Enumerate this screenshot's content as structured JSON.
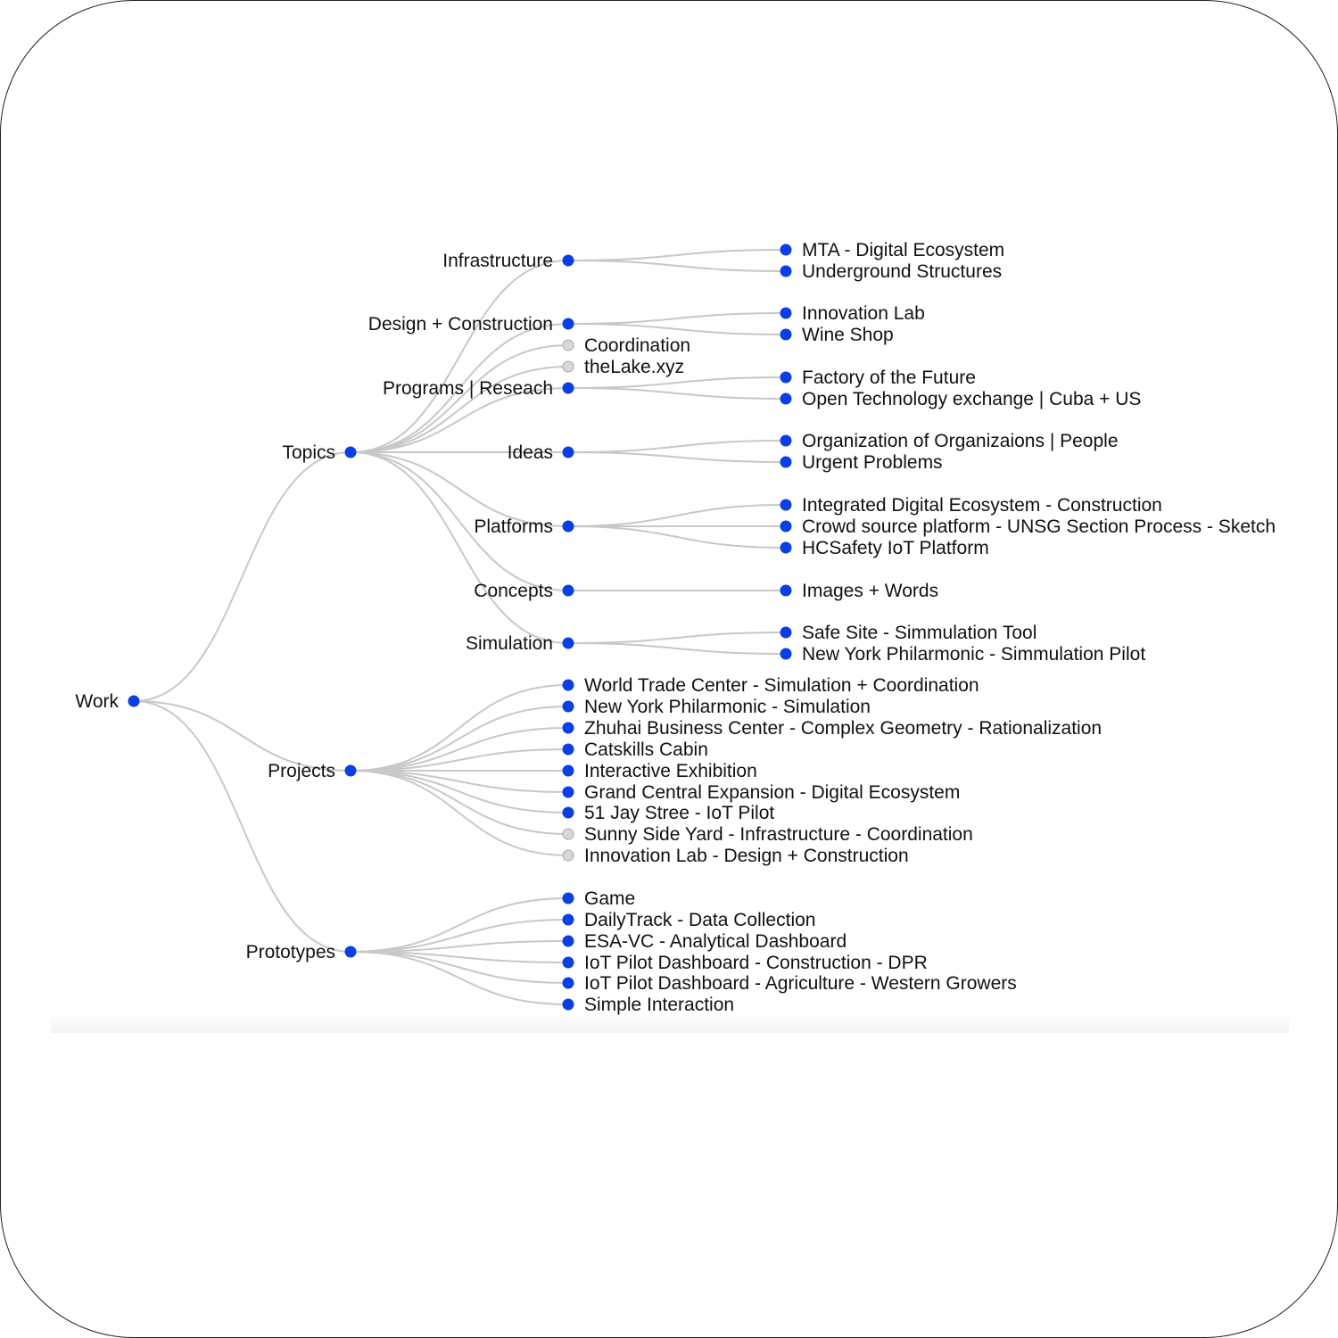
{
  "tree": {
    "label": "Work",
    "expanded": true,
    "children": [
      {
        "label": "Topics",
        "expanded": true,
        "children": [
          {
            "label": "Infrastructure",
            "expanded": true,
            "children": [
              {
                "label": "MTA - Digital Ecosystem",
                "expanded": true
              },
              {
                "label": "Underground Structures",
                "expanded": true
              }
            ]
          },
          {
            "label": "Design + Construction",
            "expanded": true,
            "children": [
              {
                "label": "Innovation Lab",
                "expanded": true
              },
              {
                "label": "Wine Shop",
                "expanded": true
              }
            ]
          },
          {
            "label": "Coordination",
            "expanded": false
          },
          {
            "label": "theLake.xyz",
            "expanded": false
          },
          {
            "label": "Programs | Reseach",
            "expanded": true,
            "children": [
              {
                "label": "Factory of the Future",
                "expanded": true
              },
              {
                "label": "Open Technology exchange | Cuba + US",
                "expanded": true
              }
            ]
          },
          {
            "label": "Ideas",
            "expanded": true,
            "children": [
              {
                "label": "Organization of Organizaions | People",
                "expanded": true
              },
              {
                "label": "Urgent Problems",
                "expanded": true
              }
            ]
          },
          {
            "label": "Platforms",
            "expanded": true,
            "children": [
              {
                "label": "Integrated Digital Ecosystem - Construction",
                "expanded": true
              },
              {
                "label": "Crowd source platform - UNSG Section Process - Sketch",
                "expanded": true
              },
              {
                "label": "HCSafety IoT Platform",
                "expanded": true
              }
            ]
          },
          {
            "label": "Concepts",
            "expanded": true,
            "children": [
              {
                "label": "Images + Words",
                "expanded": true
              }
            ]
          },
          {
            "label": "Simulation",
            "expanded": true,
            "children": [
              {
                "label": "Safe Site - Simmulation Tool",
                "expanded": true
              },
              {
                "label": "New York Philarmonic - Simmulation Pilot",
                "expanded": true
              }
            ]
          }
        ]
      },
      {
        "label": "Projects",
        "expanded": true,
        "children": [
          {
            "label": "World Trade Center - Simulation + Coordination",
            "expanded": true
          },
          {
            "label": "New York Philarmonic - Simulation",
            "expanded": true
          },
          {
            "label": "Zhuhai Business Center - Complex Geometry - Rationalization",
            "expanded": true
          },
          {
            "label": "Catskills Cabin",
            "expanded": true
          },
          {
            "label": "Interactive Exhibition",
            "expanded": true
          },
          {
            "label": "Grand Central Expansion - Digital Ecosystem",
            "expanded": true
          },
          {
            "label": "51 Jay Stree - IoT Pilot",
            "expanded": true
          },
          {
            "label": "Sunny Side Yard - Infrastructure - Coordination",
            "expanded": false
          },
          {
            "label": "Innovation Lab - Design + Construction",
            "expanded": false
          }
        ]
      },
      {
        "label": "Prototypes",
        "expanded": true,
        "children": [
          {
            "label": "Game",
            "expanded": true
          },
          {
            "label": "DailyTrack - Data Collection",
            "expanded": true
          },
          {
            "label": "ESA-VC - Analytical Dashboard",
            "expanded": true
          },
          {
            "label": "IoT Pilot Dashboard - Construction - DPR",
            "expanded": true
          },
          {
            "label": "IoT Pilot Dashboard - Agriculture - Western Growers",
            "expanded": true
          },
          {
            "label": "Simple Interaction",
            "expanded": true
          }
        ]
      }
    ]
  },
  "colors": {
    "node_filled": "#0a3ee6",
    "node_collapsed": "#d8d8d8",
    "link": "#c8c8c8"
  }
}
